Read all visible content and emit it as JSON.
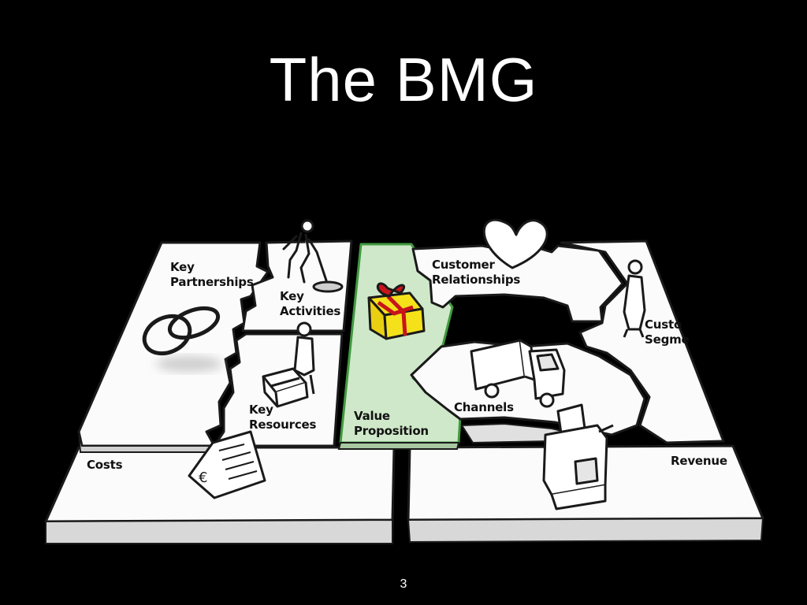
{
  "slide": {
    "title": "The BMG",
    "page_number": "3"
  },
  "canvas": {
    "blocks": {
      "key_partnerships": [
        "Key",
        "Partnerships"
      ],
      "key_activities": [
        "Key",
        "Activities"
      ],
      "key_resources": [
        "Key",
        "Resources"
      ],
      "value_proposition": [
        "Value",
        "Proposition"
      ],
      "customer_relationships": [
        "Customer",
        "Relationships"
      ],
      "channels": [
        "Channels"
      ],
      "customer_segments": [
        "Custo",
        "Segme"
      ],
      "costs": [
        "Costs"
      ],
      "revenue": [
        "Revenue"
      ]
    },
    "highlight_color": "#cfe8c9",
    "highlight_border": "#3f9a3f",
    "gift_color": "#f4e11a",
    "ribbon_color": "#c8141b"
  }
}
